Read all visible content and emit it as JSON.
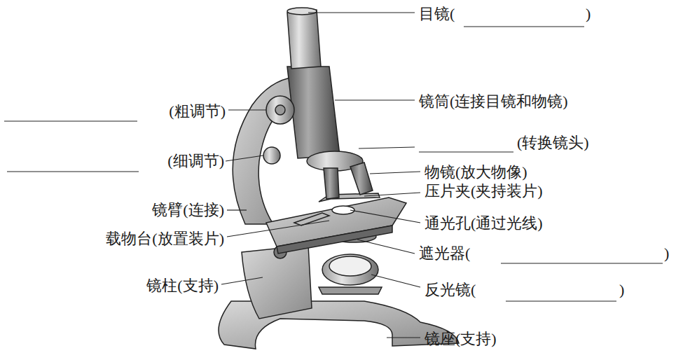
{
  "diagram": {
    "labels": [
      "目镜(",
      ")",
      "镜筒(连接目镜和物镜)",
      "(粗调节)",
      "(转换镜头)",
      "(细调节)",
      "物镜(放大物像)",
      "压片夹(夹持装片)",
      "镜臂(连接)",
      "通光孔(通过光线)",
      "载物台(放置装片)",
      "遮光器(",
      ")",
      "镜柱(支持)",
      "反光镜(",
      ")",
      "镜座(支持)"
    ]
  }
}
